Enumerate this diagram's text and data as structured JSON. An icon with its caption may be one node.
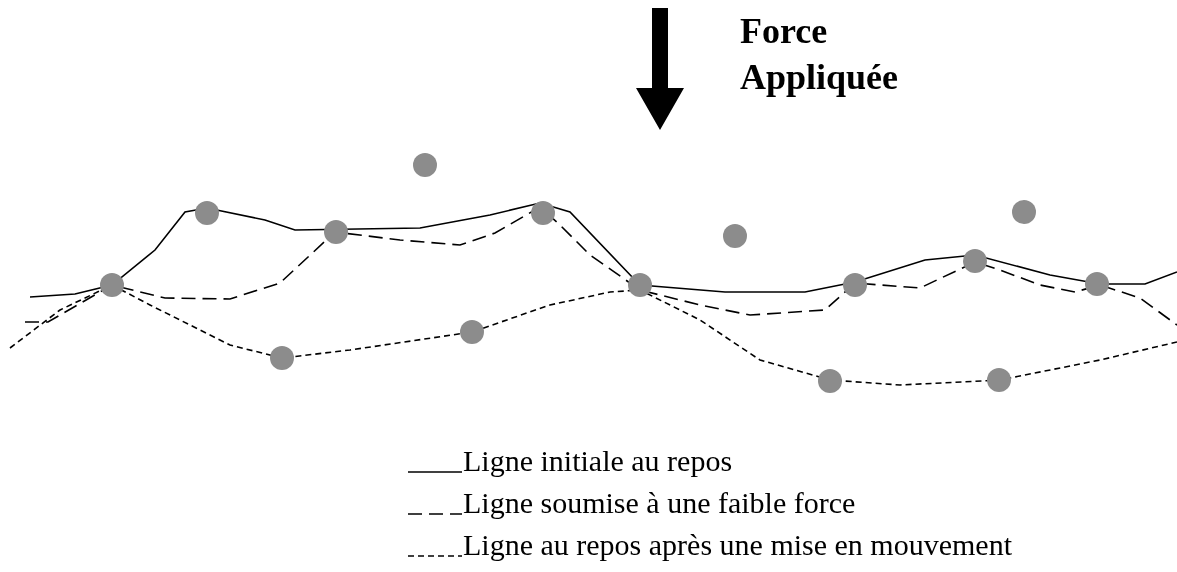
{
  "diagram": {
    "labels": [
      "Force Appliquée"
    ],
    "legend": [
      {
        "text": "Ligne initiale au repos"
      },
      {
        "text": "Ligne soumise à une faible force"
      },
      {
        "text": "Ligne au repos après une mise en mouvement"
      }
    ]
  }
}
